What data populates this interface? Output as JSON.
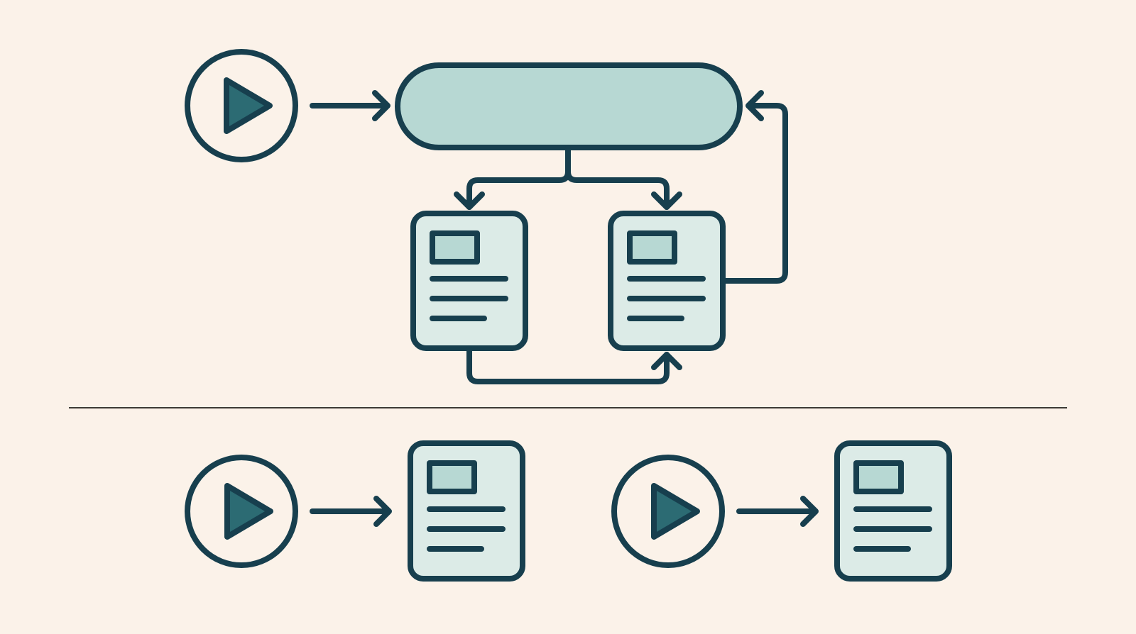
{
  "diagram": {
    "background_color": "#FBF2E9",
    "stroke_color": "#173F4E",
    "card_fill": "#DCEBE7",
    "pill_fill": "#B7D8D3",
    "play_fill": "#2C6B73",
    "divider_color": "#3D3A35",
    "top_section": {
      "nodes": [
        {
          "id": "start",
          "kind": "play-circle"
        },
        {
          "id": "process",
          "kind": "pill"
        },
        {
          "id": "doc-a",
          "kind": "document-card"
        },
        {
          "id": "doc-b",
          "kind": "document-card"
        }
      ],
      "edges": [
        {
          "from": "start",
          "to": "process"
        },
        {
          "from": "process",
          "to": "doc-a"
        },
        {
          "from": "process",
          "to": "doc-b"
        },
        {
          "from": "doc-a",
          "to": "doc-b"
        },
        {
          "from": "doc-b",
          "to": "process"
        }
      ]
    },
    "bottom_section": {
      "flows": [
        {
          "nodes": [
            {
              "id": "start-1",
              "kind": "play-circle"
            },
            {
              "id": "doc-1",
              "kind": "document-card"
            }
          ],
          "edge": {
            "from": "start-1",
            "to": "doc-1"
          }
        },
        {
          "nodes": [
            {
              "id": "start-2",
              "kind": "play-circle"
            },
            {
              "id": "doc-2",
              "kind": "document-card"
            }
          ],
          "edge": {
            "from": "start-2",
            "to": "doc-2"
          }
        }
      ]
    }
  }
}
